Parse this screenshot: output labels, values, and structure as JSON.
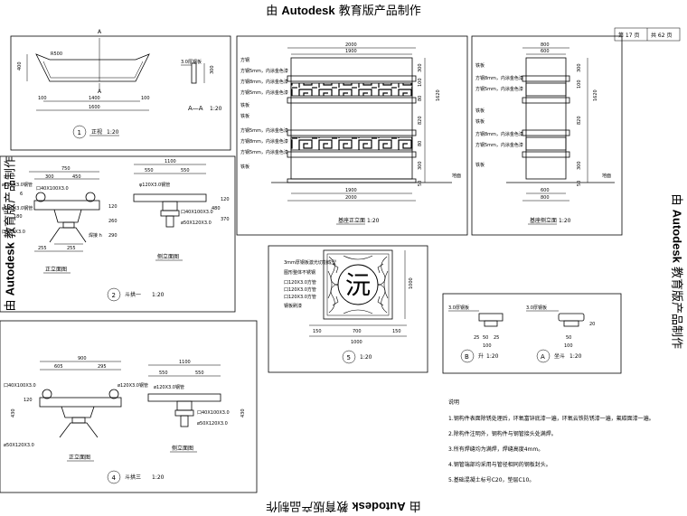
{
  "watermark": {
    "prefix": "由 ",
    "brand": "Autodesk",
    "suffix": " 教育版产品制作"
  },
  "page_box": {
    "current": "第 17 页",
    "total": "共 62 页"
  },
  "d1": {
    "num": "1",
    "title": "正视",
    "scale": "1:20",
    "dims": {
      "h400": "400",
      "r500": "R500",
      "w1400": "1400",
      "w1600": "1600",
      "c100a": "100",
      "c100b": "100"
    },
    "sec_label": "A",
    "sec_label2": "A",
    "sec": {
      "title": "A—A",
      "scale": "1:20",
      "spec": "3.0厚钢板",
      "h": "300"
    }
  },
  "d2": {
    "num": "2",
    "title": "斗拱一",
    "scale": "1:20",
    "front_title": "正立面图",
    "side_title": "侧立面图",
    "dims": {
      "w750": "750",
      "w300": "300",
      "w450": "450",
      "w255a": "255",
      "w255b": "255",
      "s1100": "1100",
      "s550a": "550",
      "s550b": "550"
    },
    "labels": {
      "tube": "ø120X3.0钢管",
      "box": "口40X100X3.0",
      "sq": "口120X3.0",
      "six": "6",
      "plate": "φ120X3.0钢管",
      "box2": "口40X100X3.0",
      "bot": "ø50X120X3.0",
      "weld": "焊接 h"
    },
    "vdims": [
      "180",
      "120",
      "260",
      "290",
      "480",
      "120",
      "370"
    ]
  },
  "d3": {
    "title": "基座正立面",
    "scale": "1:20",
    "dims": {
      "top2000": "2000",
      "top1900": "1900",
      "bot1900": "1900",
      "bot2000": "2000",
      "h1620": "1620"
    },
    "vdims": [
      "100",
      "80",
      "300",
      "820",
      "80",
      "300",
      "50"
    ],
    "notes": [
      "方钢",
      "方钢5mm，内涂金色漆",
      "方钢8mm，内涂金色漆",
      "方钢5mm，内涂金色漆",
      "铁板",
      "铁板",
      "方钢5mm，内涂金色漆",
      "方钢8mm，内涂金色漆",
      "方钢5mm，内涂金色漆",
      "铁板"
    ],
    "ground": "地面"
  },
  "d4": {
    "title": "基座侧立面",
    "scale": "1:20",
    "dims": {
      "top800": "800",
      "top600": "600",
      "bot600": "600",
      "bot800": "800",
      "h1620": "1620"
    },
    "vdims": [
      "100",
      "300",
      "820",
      "300",
      "50"
    ],
    "notes": [
      "铁板",
      "方钢8mm，内涂金色漆",
      "方钢5mm，内涂金色漆",
      "铁板",
      "铁板",
      "方钢8mm，内涂金色漆",
      "方钢5mm，内涂金色漆",
      "铁板"
    ],
    "ground": "地面"
  },
  "d5": {
    "num": "5",
    "scale": "1:20",
    "char": "沅",
    "notes": [
      "3mm厚钢板激光切割成型",
      "图形整体不锈钢",
      "口120X3.0方管",
      "口120X3.0方管",
      "口120X3.0方管",
      "钢板刷漆"
    ],
    "dims": {
      "b150a": "150",
      "b700": "700",
      "b150b": "150",
      "b1000": "1000",
      "v1000": "1000"
    }
  },
  "dB": {
    "num": "B",
    "title": "升",
    "scale": "1:20",
    "spec": "3.0厚钢板",
    "d25": "25",
    "d50": "50",
    "d100": "100"
  },
  "dA": {
    "num": "A",
    "title": "坐斗",
    "scale": "1:20",
    "spec": "3.0厚钢板",
    "d50": "50",
    "d100": "100",
    "d20": "20"
  },
  "d6": {
    "num": "4",
    "title": "斗拱三",
    "scale": "1:20",
    "front_title": "正立面图",
    "side_title": "侧立面图",
    "dims": {
      "w900": "900",
      "w605": "605",
      "w295": "295",
      "s1100": "1100",
      "s550a": "550",
      "s550b": "550"
    },
    "labels": {
      "tube": "ø120X3.0钢管",
      "box": "口40X100X3.0",
      "sq": "ø120X3.0钢管",
      "bot": "ø50X120X3.0",
      "box2": "口40X100X3.0",
      "bot2": "ø50X120X3.0"
    },
    "vdims": [
      "120",
      "430",
      "430"
    ]
  },
  "notes": {
    "heading": "说明",
    "items": [
      "1.钢构件表面除锈处理后，环氧富锌底漆一遍，环氧云铁防锈漆一遍，氟碳面漆一遍。",
      "2.除构件注明外，钢构件与钢管接头处满焊。",
      "3.所有焊缝均为满焊，焊缝高度4mm。",
      "4.钢管端部均采用与管径相同的钢板封头。",
      "5.基础混凝土标号C20，垫层C10。"
    ]
  }
}
